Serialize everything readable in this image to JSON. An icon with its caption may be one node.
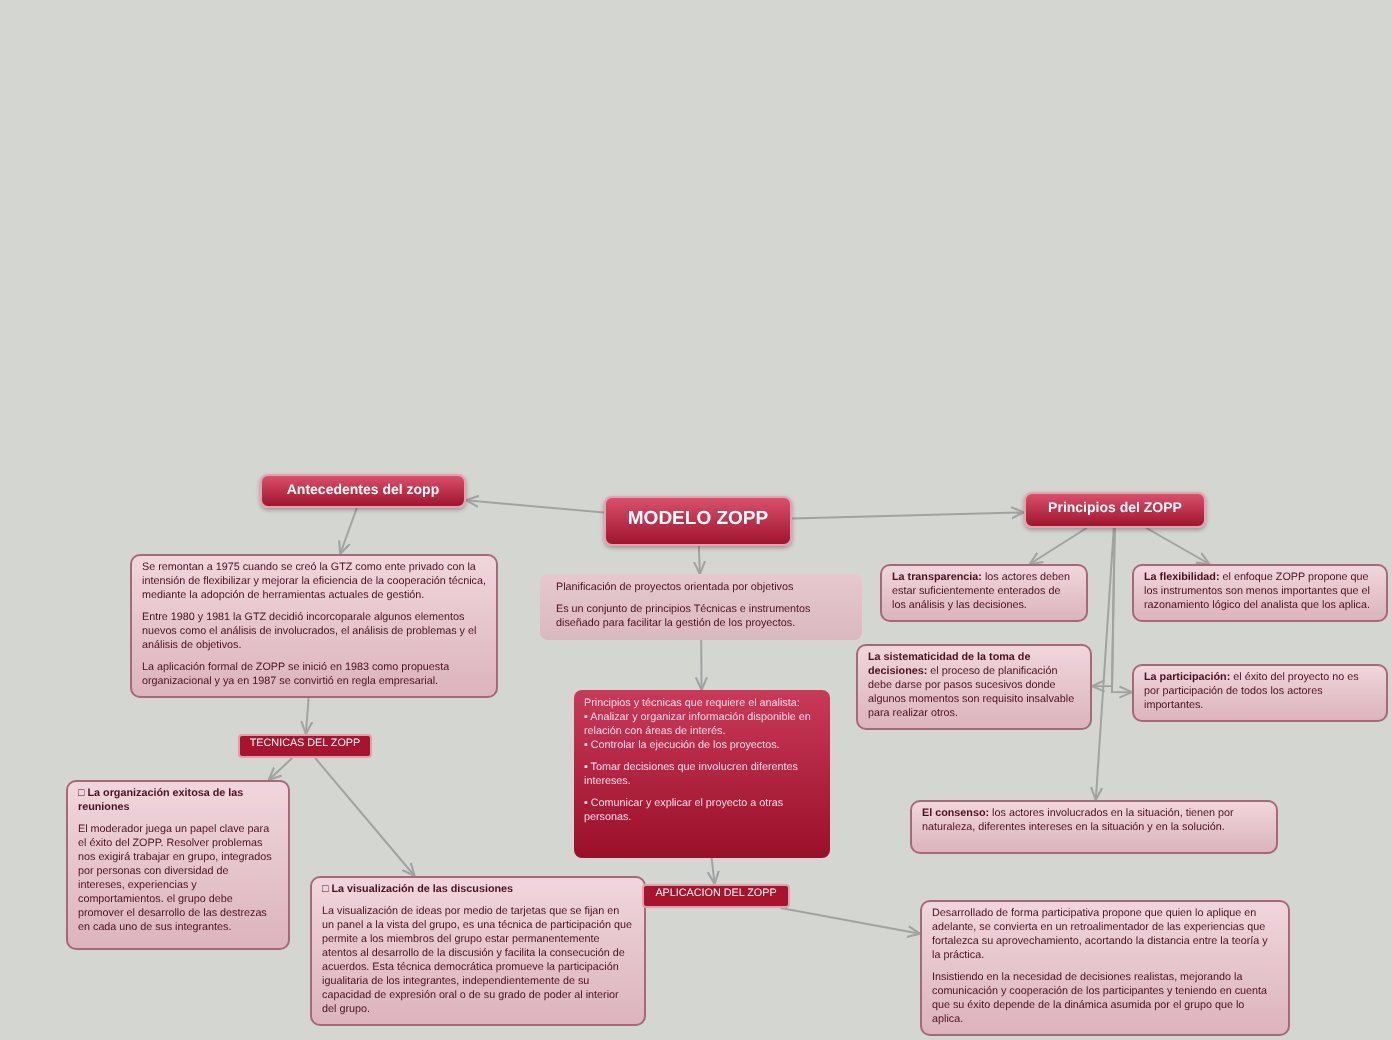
{
  "diagram": {
    "nodes": [
      {
        "text": [
          "MODELO ZOPP"
        ]
      },
      {
        "text": [
          "Antecedentes del zopp"
        ]
      },
      {
        "text": [
          "Se remontan a  1975 cuando se creó la GTZ como ente privado con la intensión de flexibilizar y mejorar la eficiencia de la cooperación técnica, mediante la adopción de herramientas actuales de gestión.",
          "Entre 1980 y 1981 la GTZ decidió incorcoparale algunos elementos nuevos como el análisis de involucrados, el análisis de problemas y el análisis de objetivos.",
          "La aplicación formal de ZOPP se inició en 1983 como propuesta organizacional y ya en 1987 se convirtió en regla empresarial."
        ]
      },
      {
        "text": [
          "TECNICAS DEL  ZOPP"
        ]
      },
      {
        "text": [
          "□      La organización exitosa de las reuniones",
          "El moderador juega un papel clave para el éxito del ZOPP. Resolver problemas nos exigirá trabajar en grupo, integrados por personas con diversidad de intereses, experiencias y comportamientos. el  grupo debe promover el desarrollo de las destrezas en cada uno de sus integrantes."
        ]
      },
      {
        "text": [
          "□      La visualización de las discusiones",
          "La visualización de ideas por medio de tarjetas que se fijan en un panel a la vista del grupo, es una técnica de participación que permite a los miembros del grupo estar permanentemente atentos al desarrollo de la discusión y facilita la consecución de acuerdos. Esta técnica democrática promueve la participación igualitaria de los integrantes, independientemente  de su capacidad de expresión oral o de su grado de poder al interior del grupo."
        ]
      },
      {
        "text": [
          "Planificación de proyectos orientada por objetivos",
          "Es un conjunto de principios Técnicas e instrumentos diseñado para facilitar la gestión de los proyectos."
        ]
      },
      {
        "text": [
          "Principios y técnicas que requiere el analista:",
          "▪       Analizar y organizar información disponible en relación con áreas de interés.",
          "▪       Controlar la ejecución de los proyectos.",
          "▪       Tomar decisiones que involucren diferentes intereses.",
          "▪       Comunicar y explicar  el proyecto a otras personas."
        ]
      },
      {
        "text": [
          "APLICACION DEL  ZOPP"
        ]
      },
      {
        "text": [
          "Desarrollado de forma participativa propone que quien lo aplique en adelante, se convierta en un retroalimentador de las experiencias  que fortalezca su aprovechamiento, acortando la distancia entre la teoría y la práctica.",
          "Insistiendo en la necesidad de decisiones realistas, mejorando la comunicación y cooperación de los participantes y teniendo en cuenta que su éxito depende de la dinámica asumida por el grupo que lo aplica."
        ]
      },
      {
        "text": [
          "Principios del ZOPP"
        ]
      },
      {
        "text": [
          "**La transparencia:** los actores deben estar suficientemente enterados de los análisis y las decisiones."
        ]
      },
      {
        "text": [
          "**La flexibilidad:** el enfoque ZOPP propone que los instrumentos son menos importantes que el razonamiento lógico del analista que los aplica."
        ]
      },
      {
        "text": [
          "**La sistematicidad de la toma de decisiones:** el proceso de planificación debe darse por pasos sucesivos  donde algunos momentos son requisito insalvable para realizar otros."
        ]
      },
      {
        "text": [
          "**La participación:** el éxito del proyecto no es por participación de todos los actores importantes."
        ]
      },
      {
        "text": [
          "**El consenso:** los actores involucrados en la situación, tienen por naturaleza, diferentes intereses en la situación y en la solución."
        ]
      }
    ],
    "edges": [
      {
        "from": 0,
        "to": 1,
        "arrow": "to"
      },
      {
        "from": 1,
        "to": 2,
        "arrow": "to"
      },
      {
        "from": 2,
        "to": 3,
        "arrow": "to"
      },
      {
        "from": 3,
        "to": 4,
        "arrow": "to"
      },
      {
        "from": 3,
        "to": 5,
        "arrow": "to"
      },
      {
        "from": 0,
        "to": 6,
        "arrow": "to"
      },
      {
        "from": 6,
        "to": 7,
        "arrow": "to"
      },
      {
        "from": 7,
        "to": 8,
        "arrow": "to"
      },
      {
        "from": 8,
        "to": 9,
        "arrow": "to"
      },
      {
        "from": 0,
        "to": 10,
        "arrow": "to"
      },
      {
        "from": 10,
        "to": 11,
        "arrow": "to"
      },
      {
        "from": 10,
        "to": 12,
        "arrow": "to"
      },
      {
        "from": 10,
        "to": 13,
        "arrow": "to"
      },
      {
        "from": 10,
        "to": 14,
        "arrow": "to"
      },
      {
        "from": 10,
        "to": 15,
        "arrow": "to"
      }
    ]
  }
}
